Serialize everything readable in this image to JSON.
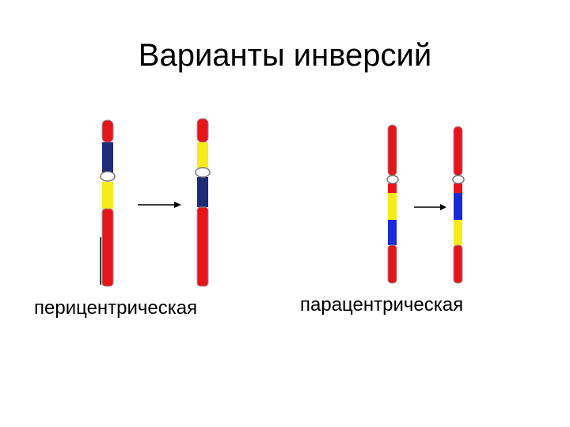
{
  "title": "Варианты инверсий",
  "captions": {
    "pericentric": "перицентрическая",
    "paracentric": "парацентрическая"
  },
  "colors": {
    "red": "#e8141c",
    "navy": "#1e2a7a",
    "blue": "#1a2ad6",
    "yellow": "#f6ec1a",
    "outline": "#9a9a9a",
    "centromere": "#ffffff"
  },
  "diagrams": {
    "pericentric_before": [
      "red",
      "navy",
      "centromere",
      "yellow",
      "red"
    ],
    "pericentric_after": [
      "red",
      "yellow",
      "centromere",
      "navy",
      "red"
    ],
    "paracentric_before": [
      "red",
      "centromere",
      "red",
      "yellow",
      "blue",
      "red"
    ],
    "paracentric_after": [
      "red",
      "centromere",
      "red",
      "blue",
      "yellow",
      "red"
    ]
  }
}
